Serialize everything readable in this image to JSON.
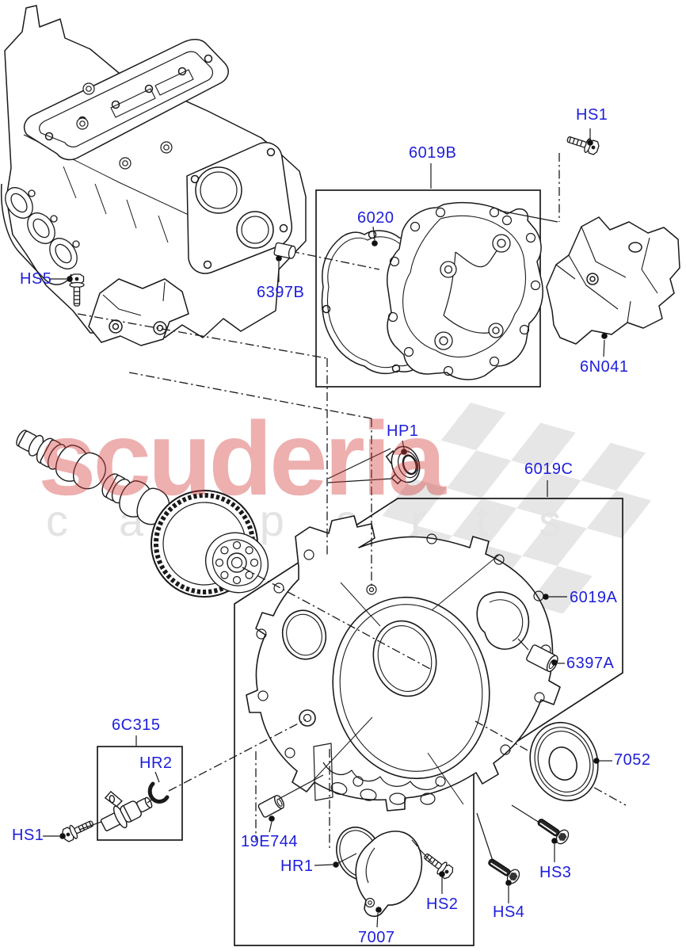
{
  "diagram": {
    "type": "exploded-parts-diagram",
    "colors": {
      "label": "#1e1edc",
      "line": "#1a1a1a",
      "background": "#ffffff",
      "watermark_red": "rgba(213,55,55,0.40)",
      "watermark_gray": "#e3e3e3"
    },
    "labels": [
      {
        "id": "HS1-top",
        "text": "HS1"
      },
      {
        "id": "6019B",
        "text": "6019B"
      },
      {
        "id": "6020",
        "text": "6020"
      },
      {
        "id": "6397B",
        "text": "6397B"
      },
      {
        "id": "HS5",
        "text": "HS5"
      },
      {
        "id": "6N041",
        "text": "6N041"
      },
      {
        "id": "HP1",
        "text": "HP1"
      },
      {
        "id": "6019C",
        "text": "6019C"
      },
      {
        "id": "6019A",
        "text": "6019A"
      },
      {
        "id": "6397A",
        "text": "6397A"
      },
      {
        "id": "7052",
        "text": "7052"
      },
      {
        "id": "6C315",
        "text": "6C315"
      },
      {
        "id": "HR2",
        "text": "HR2"
      },
      {
        "id": "HS1-bottom",
        "text": "HS1"
      },
      {
        "id": "19E744",
        "text": "19E744"
      },
      {
        "id": "HR1",
        "text": "HR1"
      },
      {
        "id": "HS2",
        "text": "HS2"
      },
      {
        "id": "7007",
        "text": "7007"
      },
      {
        "id": "HS4",
        "text": "HS4"
      },
      {
        "id": "HS3",
        "text": "HS3"
      }
    ],
    "watermark": {
      "brand": "scuderia",
      "sub_brand": "carparts"
    }
  }
}
